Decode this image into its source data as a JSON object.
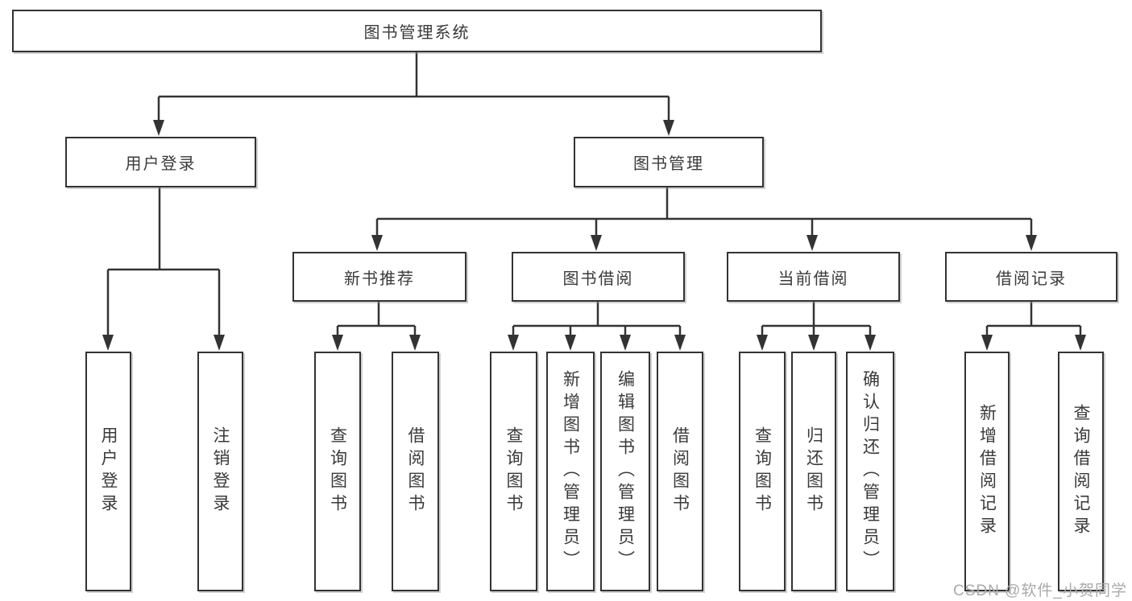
{
  "tree": {
    "root": "图书管理系统",
    "branches": [
      {
        "label": "用户登录",
        "leaves": [
          "用户登录",
          "注销登录"
        ]
      },
      {
        "label": "图书管理",
        "children": [
          {
            "label": "新书推荐",
            "leaves": [
              "查询图书",
              "借阅图书"
            ]
          },
          {
            "label": "图书借阅",
            "leaves": [
              "查询图书",
              "新增图书（管理员）",
              "编辑图书（管理员）",
              "借阅图书"
            ]
          },
          {
            "label": "当前借阅",
            "leaves": [
              "查询图书",
              "归还图书",
              "确认归还（管理员）"
            ]
          },
          {
            "label": "借阅记录",
            "leaves": [
              "新增借阅记录",
              "查询借阅记录"
            ]
          }
        ]
      }
    ]
  },
  "watermark": {
    "text": "CSDN @软件_小贺同学"
  },
  "colors": {
    "line": "#333333",
    "box_border": "#333333",
    "box_background": "#ffffff",
    "text": "#3a3a3a",
    "watermark": "#aaaaaa",
    "page_background": "#ffffff"
  }
}
